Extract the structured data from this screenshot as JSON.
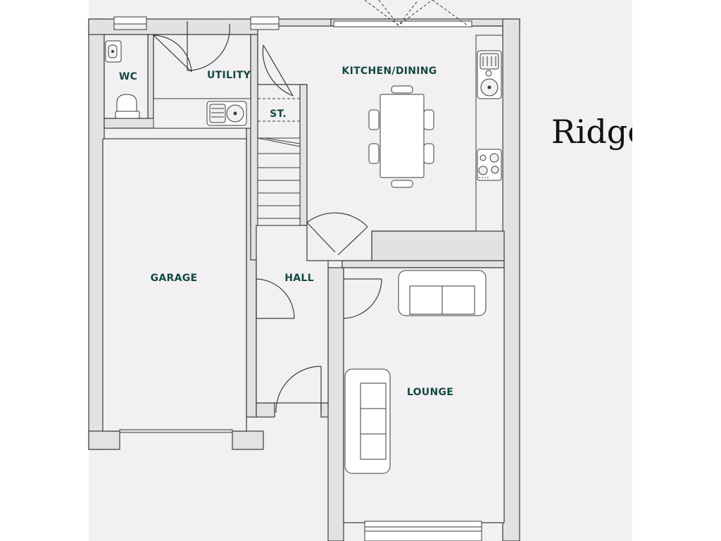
{
  "plan": {
    "brand_title": "Ridge",
    "rooms": {
      "wc": "WC",
      "utility": "UTILITY",
      "kitchen_dining": "KITCHEN/DINING",
      "store": "ST.",
      "garage": "GARAGE",
      "hall": "HALL",
      "lounge": "LOUNGE"
    }
  },
  "colors": {
    "page_background": "#ffffff",
    "sheet_background": "#f3f0f4",
    "wall_fill": "#e4e1e5",
    "line": "#3a3a3a",
    "label_text": "#134a3c",
    "brand_text": "#111111"
  }
}
